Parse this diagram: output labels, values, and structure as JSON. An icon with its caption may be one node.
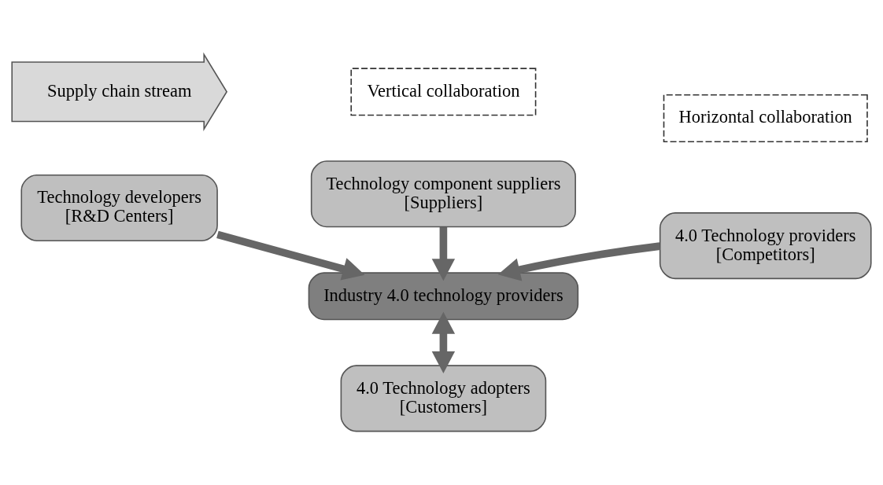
{
  "diagram": {
    "nodes": [
      {
        "text": [
          "Supply chain stream"
        ]
      },
      {
        "text": [
          "Vertical collaboration"
        ]
      },
      {
        "text": [
          "Horizontal collaboration"
        ]
      },
      {
        "text": [
          "Technology component suppliers",
          "[Suppliers]"
        ]
      },
      {
        "text": [
          "Technology developers",
          "[R&D Centers]"
        ]
      },
      {
        "text": [
          "Industry 4.0 technology providers"
        ]
      },
      {
        "text": [
          "4.0 Technology providers",
          "[Competitors]"
        ]
      },
      {
        "text": [
          "4.0 Technology adopters",
          "[Customers]"
        ]
      }
    ],
    "edges": [
      {
        "from": 3,
        "to": 5,
        "arrow": "to"
      },
      {
        "from": 4,
        "to": 5,
        "arrow": "to"
      },
      {
        "from": 6,
        "to": 5,
        "arrow": "to"
      },
      {
        "from": 5,
        "to": 7,
        "arrow": "both"
      }
    ]
  }
}
